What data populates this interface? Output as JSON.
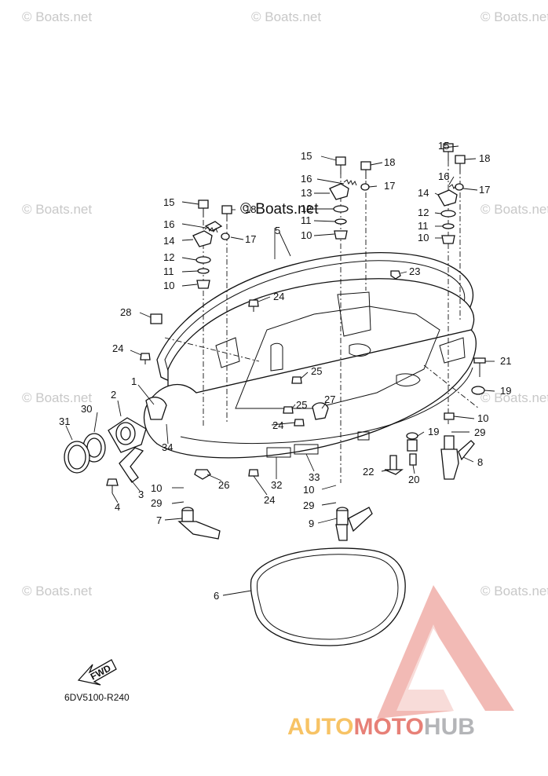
{
  "watermarks": {
    "site": "© Boats.net",
    "center": "© Boats.net"
  },
  "diagram_code": "6DV5100-R240",
  "fwd_arrow": {
    "label": "FWD",
    "icon": "fwd-arrow-icon"
  },
  "logo": {
    "auto": "AUTO",
    "moto": "MOTO",
    "hub": "HUB",
    "colors": {
      "auto": "#f6b94b",
      "moto": "#e36b60",
      "hub": "#a7a9ac"
    }
  },
  "callouts": {
    "c1": "1",
    "c2": "2",
    "c3": "3",
    "c4": "4",
    "c5": "5",
    "c6": "6",
    "c7": "7",
    "c8": "8",
    "c9": "9",
    "c10a": "10",
    "c10b": "10",
    "c10c": "10",
    "c10d": "10",
    "c10e": "10",
    "c10f": "10",
    "c10g": "10",
    "c11a": "11",
    "c11b": "11",
    "c11c": "11",
    "c12a": "12",
    "c12b": "12",
    "c12c": "12",
    "c13": "13",
    "c14a": "14",
    "c14b": "14",
    "c15a": "15",
    "c15b": "15",
    "c15c": "15",
    "c16a": "16",
    "c16b": "16",
    "c16c": "16",
    "c17a": "17",
    "c17b": "17",
    "c17c": "17",
    "c18a": "18",
    "c18b": "18",
    "c18c": "18",
    "c19a": "19",
    "c19b": "19",
    "c20": "20",
    "c21": "21",
    "c22": "22",
    "c23": "23",
    "c24a": "24",
    "c24b": "24",
    "c24c": "24",
    "c24d": "24",
    "c25a": "25",
    "c25b": "25",
    "c26": "26",
    "c27": "27",
    "c28": "28",
    "c29a": "29",
    "c29b": "29",
    "c29c": "29",
    "c30": "30",
    "c31": "31",
    "c32": "32",
    "c33": "33",
    "c34": "34"
  }
}
